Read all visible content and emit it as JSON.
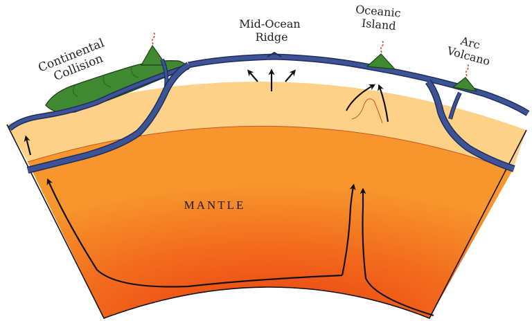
{
  "labels": {
    "continental_collision": [
      "Continental",
      "Collision"
    ],
    "mid_ocean_ridge": [
      "Mid-Ocean",
      "Ridge"
    ],
    "oceanic_island": [
      "Oceanic",
      "Island"
    ],
    "arc_volcano": [
      "Arc",
      "Volcano"
    ],
    "mantle": "MANTLE"
  },
  "colors": {
    "mantle_core": "#ee3e0f",
    "mantle_edge": "#f8902a",
    "upper_layer": "#fdd188",
    "plate": "#3c5396",
    "plate_outline": "#1f2c5c",
    "continent": "#3f8a30",
    "continent_dark": "#2a6321",
    "lava": "#e0442a",
    "arrow": "#111111"
  }
}
